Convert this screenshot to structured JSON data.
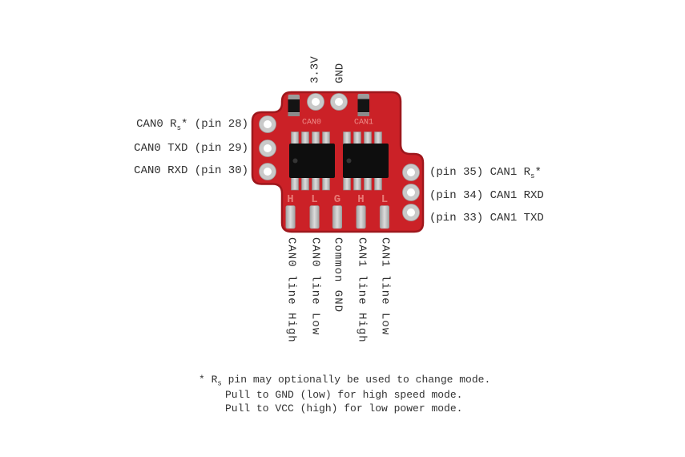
{
  "top_pins": [
    "3.3V",
    "GND"
  ],
  "left_pins": [
    {
      "pre": "CAN0 R",
      "sub": "s",
      "post": "* (pin 28)"
    },
    {
      "pre": "CAN0 TXD (pin 29)",
      "sub": "",
      "post": ""
    },
    {
      "pre": "CAN0 RXD (pin 30)",
      "sub": "",
      "post": ""
    }
  ],
  "right_pins": [
    {
      "pre": "(pin 35) CAN1 R",
      "sub": "s",
      "post": "*"
    },
    {
      "pre": "(pin 34) CAN1 RXD",
      "sub": "",
      "post": ""
    },
    {
      "pre": "(pin 33) CAN1 TXD",
      "sub": "",
      "post": ""
    }
  ],
  "bottom_pins": [
    "CAN0 line High",
    "CAN0 line Low",
    "Common GND",
    "CAN1 line High",
    "CAN1 line Low"
  ],
  "board": {
    "chip_labels": [
      "CAN0",
      "CAN1"
    ],
    "pad_letters": [
      "H",
      "L",
      "G",
      "H",
      "L"
    ],
    "colors": {
      "board_red": "#cb2127",
      "board_edge": "#9e171c",
      "silkscreen_pink": "#ef8e8b",
      "pad_letter_pink": "#e87a76"
    }
  },
  "note": {
    "line1_pre": "* R",
    "line1_sub": "s",
    "line1_post": " pin may optionally be used to change mode.",
    "line2": "Pull to GND (low) for high speed mode.",
    "line3": "Pull to VCC (high) for low power mode."
  }
}
